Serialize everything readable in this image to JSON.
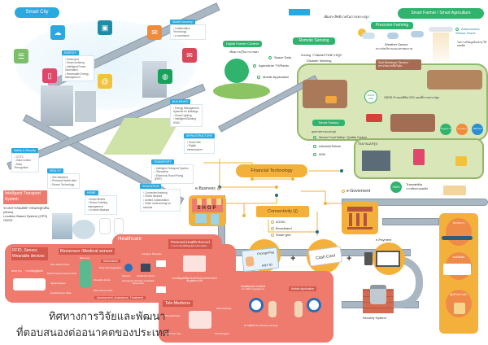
{
  "smart_city": {
    "title": "Smart City",
    "energy": {
      "label": "ENERGY",
      "items": [
        "Smart grid",
        "Smart metering",
        "Intelligent Power Generation",
        "Renewable Energy Management"
      ]
    },
    "smart_economy": {
      "label": "Smart Economy",
      "items": [
        "Collaboration Technology",
        "e-commerce"
      ]
    },
    "buildings": {
      "label": "BUILDINGS",
      "items": [
        "Energy Management Systems for Buildings",
        "Smart Lighting",
        "Intelligent Building HVAC"
      ]
    },
    "infrastructure": {
      "label": "INFRASTRUCTURE",
      "items": [
        "Smart Site",
        "Digital Infrastructure"
      ]
    },
    "safety": {
      "label": "Safety & Security",
      "items": [
        "CCTV",
        "Data Control",
        "Data Recognition"
      ]
    },
    "health": {
      "label": "HEALTH",
      "items": [
        "Tele-Medicine",
        "Personal Health data",
        "Sensor Technology"
      ]
    },
    "transport": {
      "label": "TRANSPORT",
      "items": [
        "Intelligent Transport System",
        "Telematics",
        "Electronic Road Pricing (ERP)"
      ]
    },
    "home": {
      "label": "HOME",
      "items": [
        "Smart Meters",
        "Secure building management",
        "In-home displays"
      ]
    },
    "education": {
      "label": "EDUCATION",
      "items": [
        "Connected learning",
        "Online libraries",
        "Unified Collaboration",
        "Video conferencing for tutorials"
      ]
    }
  },
  "its": {
    "title": "Intelligent Transport System",
    "items": [
      "ระบบสารสนเทศการขนส่งลูกเดิน (Items)",
      "Location Based System (GPS)",
      "GNSS"
    ]
  },
  "agriculture": {
    "title": "Smart Farmer / Smart Agriculture",
    "satellite_caption": "เพิ่มประสิทธิภาพในการเพาะปลูก",
    "digital_farmer": {
      "title": "Digital Farmer Content",
      "subtitle": "เพิ่มความรู้ในการเกษตร",
      "items": [
        "Space Data",
        "Agriculture TV/Radio",
        "Mobile Application"
      ]
    },
    "remote_sensing": {
      "title": "Remote Sensing",
      "items": [
        "Zoning วางแผนการเพาะปลูก",
        "Disaster Warning"
      ]
    },
    "precision_farming": {
      "title": "Precision Farming"
    },
    "weather_sensor": {
      "title": "Weather Sensor",
      "subtitle": "ตรวจวัดปริมาณและสภาพอากาศ"
    },
    "drone": {
      "title": "Autonomous Sensor Drone",
      "subtitle": "วิเคราะห์ข้อมูลดิน/ธาตุ ให้ผลผลิต"
    },
    "soil_sensor": {
      "title": "Soil Moisture Sensor",
      "subtitle": "ตรวจวัดความชื้นในดิน"
    },
    "gnss_label": "GNSS /GIS",
    "gnss_caption": "GNSS กำหนดพิกัด/ GIS แผนที่การเพาะปลูก",
    "smart_factory": {
      "title": "Smart Factory",
      "subtitle": "อุตสาหกรรมแปรรูป",
      "items": [
        "Sensor Food Safety / Quality Control",
        "Industrial Robots",
        "M2M"
      ]
    },
    "factory_label": "โรงงานแปรรูป",
    "badges": [
      "ข้อมูลตลาด",
      "ตรวจสอบคุณภาพ",
      "ผลิตภัณฑ์"
    ],
    "trace": {
      "badge": "GNSS",
      "title": "Traceability",
      "subtitle": "ระบบติดตามผลผลิต"
    }
  },
  "digital": {
    "fintech": "Financial Technology",
    "ebusiness": "e-Business",
    "egov": "e-Goverment",
    "shop": "SHOP",
    "connectivity": "Connectivity",
    "conn_items": [
      "4G/5G",
      "Broadband",
      "Smart grid"
    ],
    "promptpay": {
      "title": "Prompt-Pay",
      "id": "ANY ID"
    },
    "cashcard": "Cash Card",
    "epayment": "e-Payment",
    "security": "Security System",
    "logistics": [
      "ตลาดกลาง",
      "ขนส่งสินค้า",
      "ผู้บริโภค/ร้านค้า"
    ]
  },
  "healthcare": {
    "title": "Healthcare",
    "rfid": {
      "title": "RFID, Sensor, Wearable devices",
      "tag": "RFID Tag",
      "tag_caption": "ระบบข้อมูลผู้ป่วย"
    },
    "biosensor": {
      "title": "Biosensor /Medical sensor",
      "labels": [
        "Biosensor",
        "ECG Sensor Node",
        "Blood Pressure Sensor Node",
        "Signal wrapper",
        "Inertial Sensor Node",
        "Wearable device",
        "EMG Sensor Node",
        "Body Area Aggregator"
      ]
    },
    "information": "Information",
    "assessment": "Assessment, Assistance, Treatment",
    "network": [
      "Network",
      "Healthcare Server",
      "Caregiver Physician",
      "Emergency Services or Medical Researcher"
    ],
    "phr": {
      "title": "Personal Health Record",
      "subtitle": "ระบบสารสนเทศข้อมูลสุขภาพส่วนบุคคล",
      "caption": "ระบบข้อมูลที่เชื่อมโยงกันได้ สามารถตรวจสอบข้อมูลสุขภาพได้"
    },
    "telemed": {
      "title": "Tele-Medicine",
      "items": [
        "Tele-radiology",
        "Tele-pathology",
        "Tele-home care",
        "Tele-Surgerie"
      ]
    },
    "content": {
      "title": "Healthcare Content",
      "subtitle": "สาระเพื่อการดูแลสุขภาพ",
      "caption": "ความรู้สุขภาพ (Lifelong Learning)"
    },
    "mobile_app": "Mobile Application"
  },
  "footer": {
    "line1": "ทิศทางการวิจัยและพัฒนา",
    "line2": "ที่ตอบสนองต่ออนาคตของประเทศ"
  },
  "colors": {
    "blue": "#29a9e0",
    "green": "#2fb36d",
    "orange": "#f3b13c",
    "salmon": "#ef7b6e",
    "road": "#a9b7c3"
  }
}
